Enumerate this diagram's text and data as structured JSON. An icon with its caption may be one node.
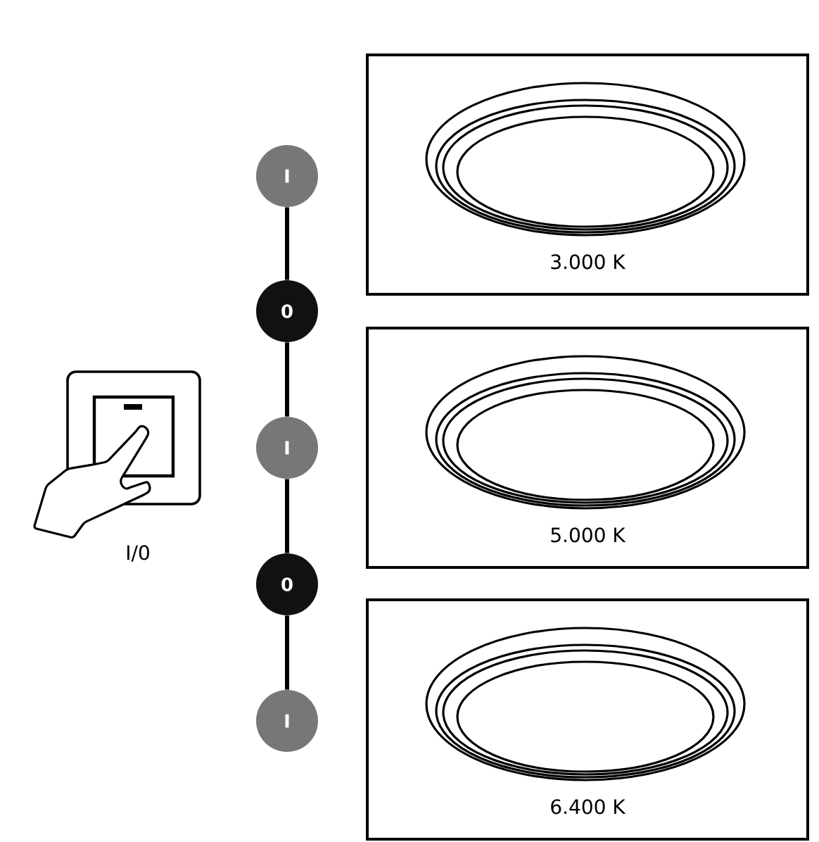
{
  "diagram": {
    "nodes": [
      {
        "text": [
          "I"
        ]
      },
      {
        "text": [
          "0"
        ]
      },
      {
        "text": [
          "I"
        ]
      },
      {
        "text": [
          "0"
        ]
      },
      {
        "text": [
          "I"
        ]
      },
      {
        "text": [
          "3.000 K"
        ]
      },
      {
        "text": [
          "5.000 K"
        ]
      },
      {
        "text": [
          "6.400 K"
        ]
      }
    ],
    "edges": [
      {
        "from": 0,
        "to": 1,
        "arrow": "none"
      },
      {
        "from": 1,
        "to": 2,
        "arrow": "none"
      },
      {
        "from": 2,
        "to": 3,
        "arrow": "none"
      },
      {
        "from": 3,
        "to": 4,
        "arrow": "none"
      }
    ],
    "labels": [
      "I/0"
    ]
  }
}
